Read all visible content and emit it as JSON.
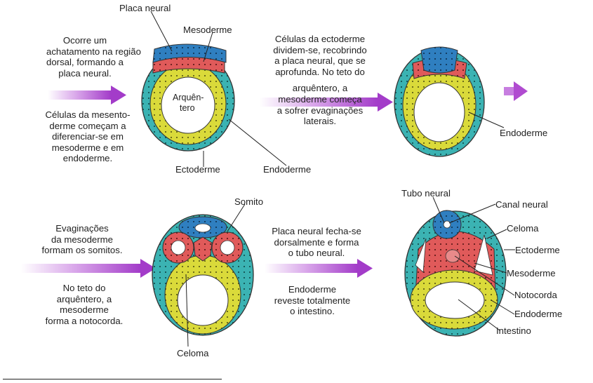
{
  "labels": {
    "placa_neural": "Placa neural",
    "mesoderme_1": "Mesoderme",
    "arquentero_1": "Arquên-",
    "arquentero_2": "tero",
    "ectoderme_1": "Ectoderme",
    "endoderme_1": "Endoderme",
    "endoderme_2": "Endoderme",
    "somito": "Somito",
    "celoma_3": "Celoma",
    "tubo_neural": "Tubo neural",
    "canal_neural": "Canal neural",
    "celoma_4": "Celoma",
    "ectoderme_4": "Ectoderme",
    "mesoderme_4": "Mesoderme",
    "notocorda": "Notocorda",
    "endoderme_4": "Endoderme",
    "intestino": "Intestino"
  },
  "captions": {
    "c1a": [
      "Ocorre um",
      "achatamento na região",
      "dorsal, formando a",
      "placa neural."
    ],
    "c1b": [
      "Células da mesento-",
      "derme começam a",
      "diferenciar-se em",
      "mesoderme e em",
      "endoderme."
    ],
    "c2": [
      "Células da ectoderme",
      "dividem-se, recobrindo",
      "a placa neural, que se",
      "aprofunda. No teto do",
      "",
      "arquêntero, a",
      "mesoderme começa",
      "a sofrer evaginações",
      "laterais."
    ],
    "c3a": [
      "Evaginações",
      "da mesoderme",
      "formam os somitos."
    ],
    "c3b": [
      "No teto do",
      "arquêntero, a",
      "mesoderme",
      "forma a notocorda."
    ],
    "c4a": [
      "Placa neural fecha-se",
      "dorsalmente e forma",
      "o tubo neural."
    ],
    "c4b": [
      "Endoderme",
      "reveste totalmente",
      "o intestino."
    ]
  },
  "colors": {
    "ectoderm": "#3bb3b3",
    "mesoderm": "#e05a5a",
    "endoderm": "#dada3a",
    "neural": "#2f7fc0",
    "arrow": "#b04bd0",
    "outline": "#333333"
  }
}
